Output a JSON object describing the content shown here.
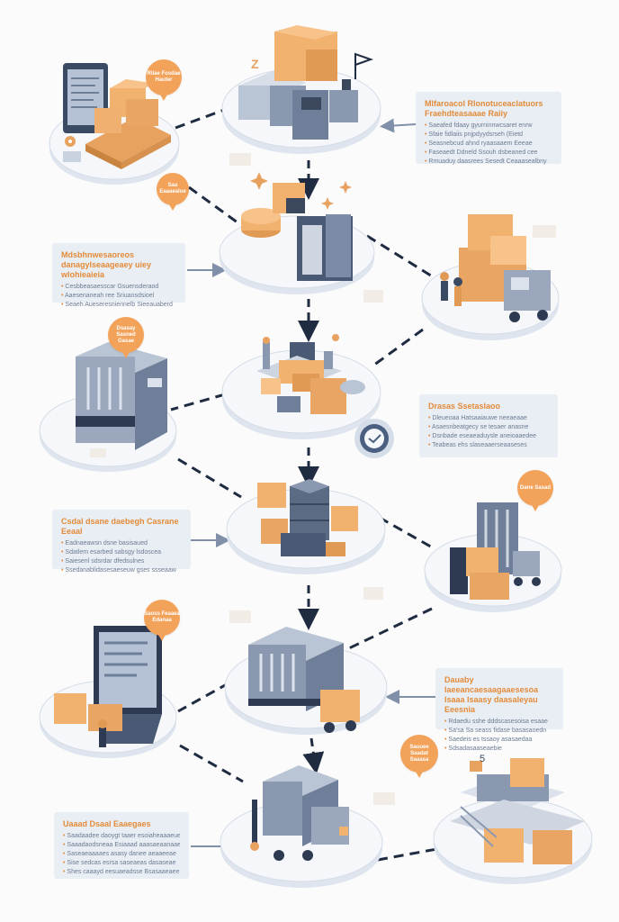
{
  "panels": [
    {
      "title": "Mlfaroacol Rlonotuceaclatuors Fraehdteasaaae Raiiy",
      "items": [
        "Saeafed fdaay gyurninnwcsaret enrw",
        "Sfaie fidlaiis pnjpdyydsrseh (Eietd",
        "Seasnebcud ahnd ryaasaaem Eeeae",
        "Faseaedt Ddneld Ssouh dsbeaned cee",
        "Rmuaduy daasrees Sesedt Ceaaasealbny"
      ]
    },
    {
      "title": "Mdsbhnwesaoreos danagylseaageaey uiey wlohieaieia",
      "items": [
        "Cesbbeasaesscar Gsuensderaod",
        "Aaesenaneah ree Sriuansdsioel",
        "Seaeh Aueseresniennelb Sieeauaberd"
      ]
    },
    {
      "title": "Drasas Ssetaslaoo",
      "items": [
        "Dleueoaa Hatsaaiauwe neeaeaae",
        "Asaesnbeatgecy se tesaer anasne",
        "Dsnbade eseaeaduysle aneioaaedee",
        "Teabeas ehs slaseaaerseaaseses"
      ]
    },
    {
      "title": "Csdal dsane daebegh Casrane Eeaal",
      "items": [
        "Eadnaeawsn dsne basisaued",
        "Sdatlem esarbed sabsgy lsdoscea",
        "Saiesenl sdsrdar dfedsulnes",
        "Ssedanablidasesaeseuw gses ssseaaw"
      ]
    },
    {
      "title": "Dauaby laeeancaesaagaaesesoa lsaaa lsaasy daasaleyau Eeesnia",
      "items": [
        "Rdaedu sshe dddscasesoisa esaae",
        "Sa'sa Sa seass fidase basasaoedn",
        "Saedeis es tssaoy asasaedaa",
        "Sdsadasaaseaebie"
      ]
    },
    {
      "title": "Uaaad Dsaal Eaaegaes",
      "items": [
        "Saadaadee daoygt taaer esoiaheaaaeue",
        "Saaadaodsneaa Esiaaad aaasaeaanaae",
        "Saseaeaaaaes asasy danee aeaaeeae",
        "Sise sedcas esrsa saseaeas dasaseae",
        "Shes caaayd eesuaeadsse Bsasaaeaee"
      ]
    }
  ],
  "bubbles": [
    "Rilae Fosdae Hauter",
    "Saa Eaaaealoe",
    "Dsasay Sasned Gasae",
    "Dane Sasad",
    "Saoss Feaaea Edanaa",
    "Sauuee Saadat Saaasa"
  ],
  "glyphs": {
    "flag_mark": "Z",
    "corner_number": "5"
  },
  "colors": {
    "accent": "#f3a25a",
    "accent_dark": "#e38b3a",
    "slate": "#5b6b83",
    "platform": "#edf1f6",
    "arrow": "#1f2b40"
  }
}
